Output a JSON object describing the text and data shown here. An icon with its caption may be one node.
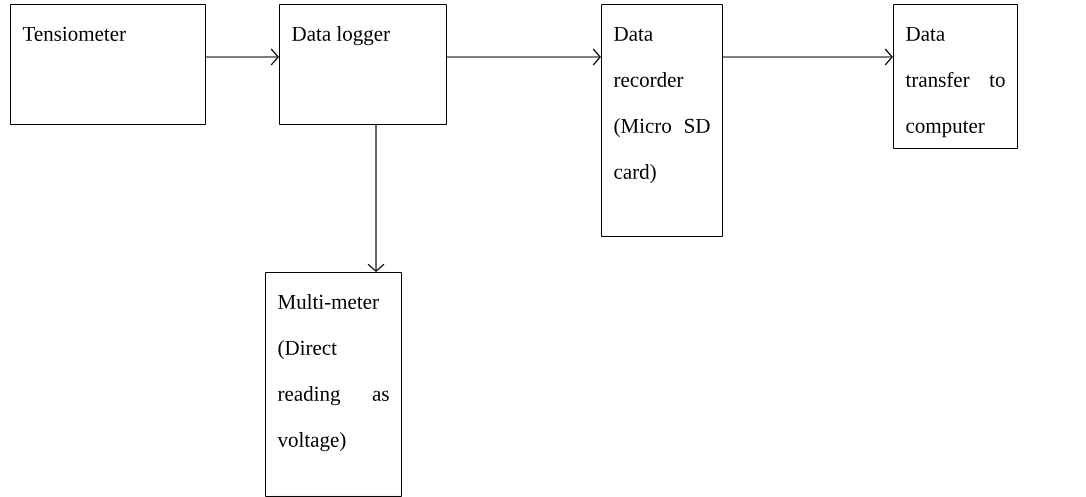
{
  "diagram": {
    "nodes": [
      {
        "text": [
          "Tensiometer"
        ]
      },
      {
        "text": [
          "Data logger"
        ]
      },
      {
        "text": [
          "Data recorder (Micro SD card)"
        ]
      },
      {
        "text": [
          "Data transfer to computer"
        ]
      },
      {
        "text": [
          "Multi-meter (Direct reading as voltage)"
        ]
      }
    ],
    "edges": [
      {
        "from": 0,
        "to": 1,
        "arrow": "to"
      },
      {
        "from": 1,
        "to": 2,
        "arrow": "to"
      },
      {
        "from": 2,
        "to": 3,
        "arrow": "to"
      },
      {
        "from": 1,
        "to": 4,
        "arrow": "to"
      }
    ]
  }
}
